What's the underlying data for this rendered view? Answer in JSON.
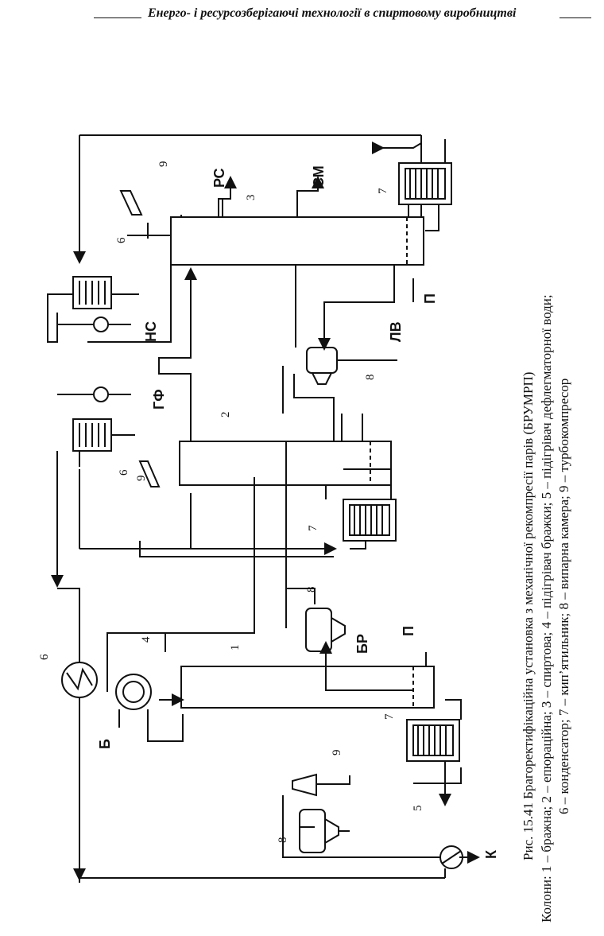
{
  "header": {
    "text": "Енерго- і ресурсозберігаючі технології в спиртовому виробництві"
  },
  "caption": {
    "line1": "Рис. 15.41 Брагоректифікаційна установка з механічної рекомпресії парів (БРУМРП)",
    "line2": "Колони: 1 – бражна; 2 – епюраційна; 3 – спиртова; 4 – підігрівач бражки; 5 – підігрівач дефлегматорної води;",
    "line3": "6 – конденсатор; 7 – кип’ятильник; 8 – випарна камера; 9 – турбокомпресор"
  },
  "labels": {
    "b": "Б",
    "k": "К",
    "br": "БР",
    "p1": "П",
    "p2": "П",
    "gf": "ГФ",
    "ns": "НС",
    "lv": "ЛВ",
    "rs": "РС",
    "sm": "СМ"
  },
  "numbers": {
    "n1": "1",
    "n2": "2",
    "n3": "3",
    "n4": "4",
    "n5": "5",
    "n6a": "6",
    "n6b": "6",
    "n6c": "6",
    "n7a": "7",
    "n7b": "7",
    "n7c": "7",
    "n8a": "8",
    "n8b": "8",
    "n8c": "8",
    "n9a": "9",
    "n9b": "9",
    "n9c": "9"
  }
}
